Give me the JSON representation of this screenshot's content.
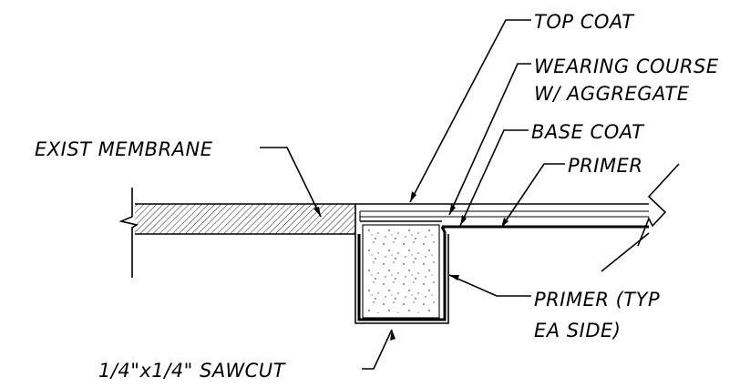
{
  "labels": {
    "top_coat": "TOP  COAT",
    "wearing_course_line1": "WEARING  COURSE",
    "wearing_course_line2": "W/  AGGREGATE",
    "base_coat": "BASE  COAT",
    "primer": "PRIMER",
    "exist_membrane": "EXIST  MEMBRANE",
    "primer_typ_line1": "PRIMER  (TYP",
    "primer_typ_line2": "EA  SIDE)",
    "sawcut": "1/4\"x1/4\"  SAWCUT"
  },
  "colors": {
    "ink": "#000000",
    "background": "#ffffff"
  }
}
